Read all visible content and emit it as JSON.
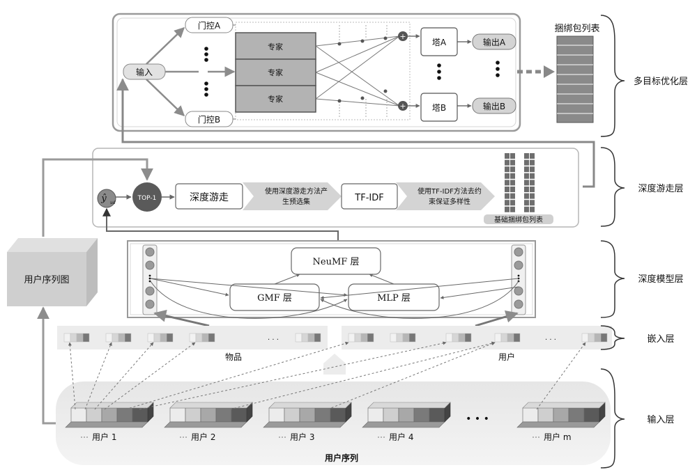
{
  "layers": {
    "multi_objective": "多目标优化层",
    "deep_walk": "深度游走层",
    "deep_model": "深度模型层",
    "embedding": "嵌入层",
    "input": "输入层"
  },
  "mmoe": {
    "input": "输入",
    "gate_a": "门控A",
    "gate_b": "门控B",
    "experts": [
      "专家",
      "专家",
      "专家"
    ],
    "tower_a": "塔A",
    "tower_b": "塔B",
    "output_a": "输出A",
    "output_b": "输出B",
    "bundle_list": "捆绑包列表",
    "plus": "+"
  },
  "walk": {
    "y_hat": "ŷ",
    "y_sub": "ud",
    "top1": "TOP-1",
    "deepwalk": "深度游走",
    "step1_l1": "使用深度游走方法产",
    "step1_l2": "生预选集",
    "tfidf": "TF-IDF",
    "step2_l1": "使用TF-IDF方法去约",
    "step2_l2": "束保证多样性",
    "base_list": "基础捆绑包列表"
  },
  "model": {
    "neumf": "NeuMF 层",
    "gmf": "GMF 层",
    "mlp": "MLP 层"
  },
  "embed": {
    "item": "物品",
    "user": "用户",
    "dots": "· · ·"
  },
  "graph_box": "用户序列图",
  "sequence": {
    "title": "用户序列",
    "users": [
      "用户 1",
      "用户 2",
      "用户 3",
      "用户 4",
      "用户 m"
    ],
    "ellipsis": "• • •"
  },
  "colors": {
    "panel_border": "#9a9a9a",
    "expert_fill": "#b3b3b3",
    "node_dark": "#6a6a6a",
    "arrow": "#8c8c8c"
  }
}
